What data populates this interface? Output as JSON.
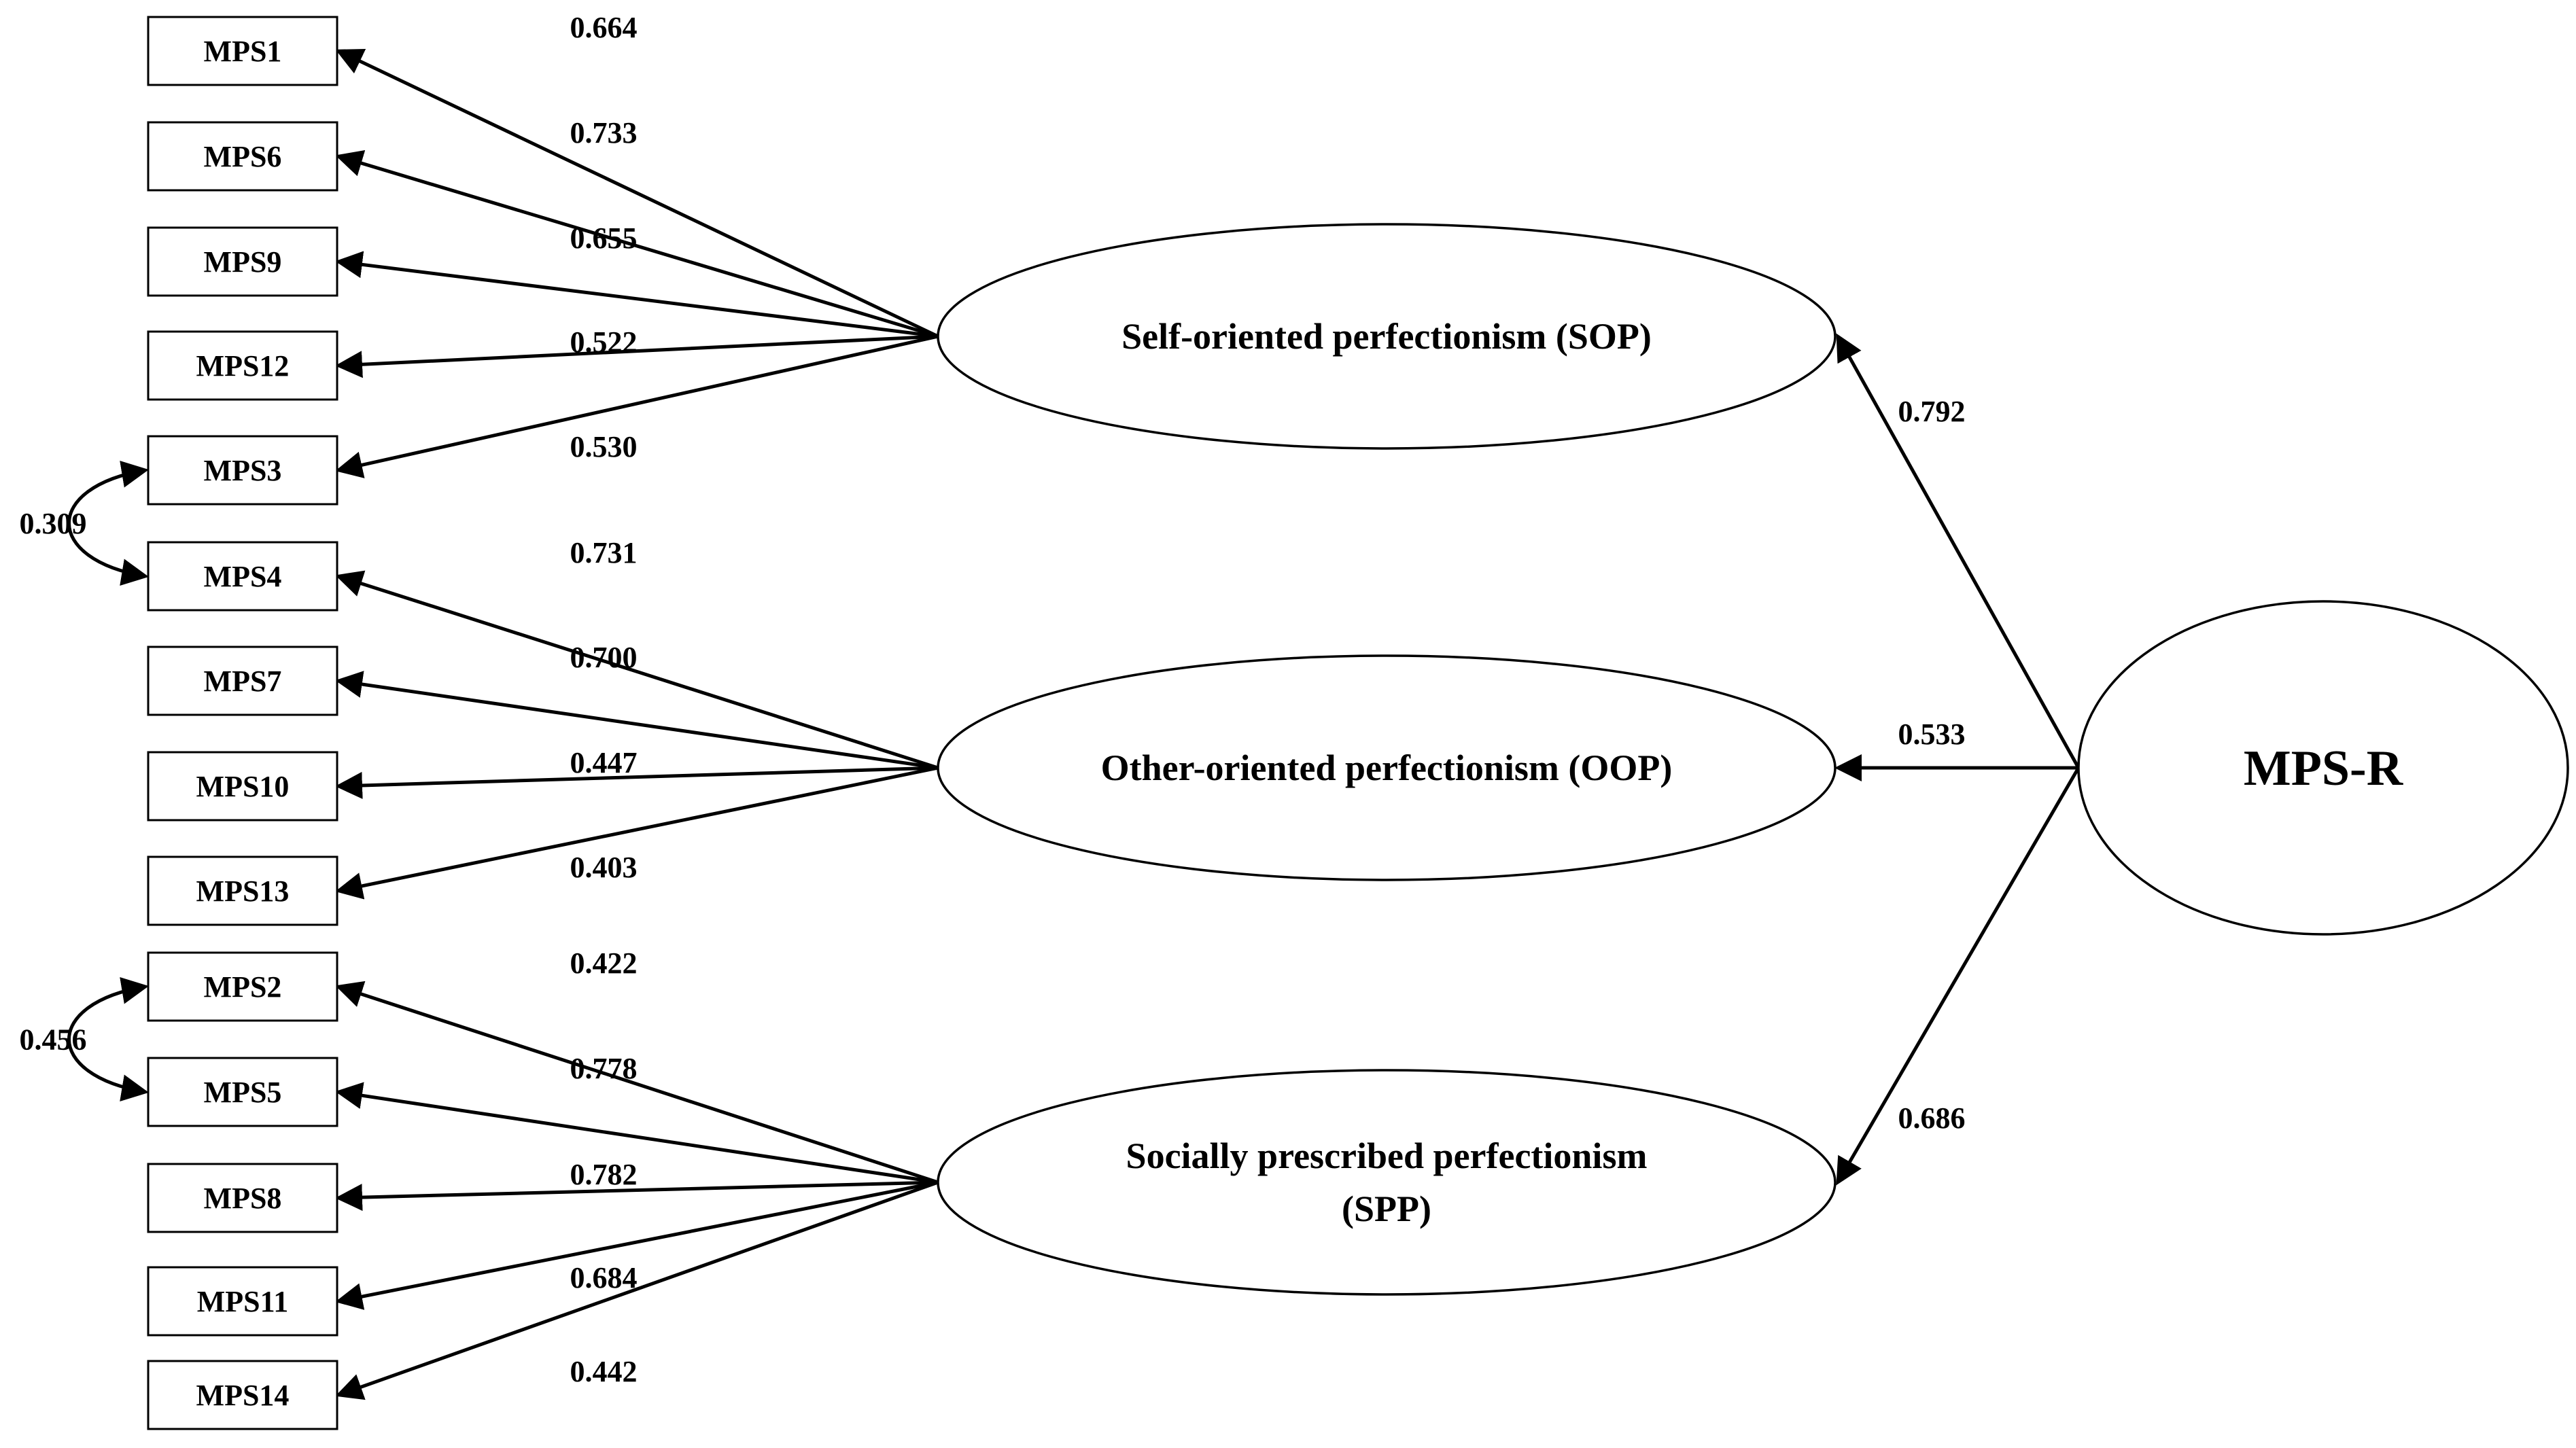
{
  "root": {
    "label": "MPS-R"
  },
  "factors": [
    {
      "id": "sop",
      "label_lines": [
        "Self-oriented perfectionism (SOP)"
      ],
      "loading": "0.792",
      "items": [
        {
          "label": "MPS1",
          "loading": "0.664"
        },
        {
          "label": "MPS6",
          "loading": "0.733"
        },
        {
          "label": "MPS9",
          "loading": "0.655"
        },
        {
          "label": "MPS12",
          "loading": "0.522"
        },
        {
          "label": "MPS3",
          "loading": "0.530"
        }
      ]
    },
    {
      "id": "oop",
      "label_lines": [
        "Other-oriented perfectionism (OOP)"
      ],
      "loading": "0.533",
      "items": [
        {
          "label": "MPS4",
          "loading": "0.731"
        },
        {
          "label": "MPS7",
          "loading": "0.700"
        },
        {
          "label": "MPS10",
          "loading": "0.447"
        },
        {
          "label": "MPS13",
          "loading": "0.403"
        }
      ]
    },
    {
      "id": "spp",
      "label_lines": [
        "Socially prescribed perfectionism",
        "(SPP)"
      ],
      "loading": "0.686",
      "items": [
        {
          "label": "MPS2",
          "loading": "0.422"
        },
        {
          "label": "MPS5",
          "loading": "0.778"
        },
        {
          "label": "MPS8",
          "loading": "0.782"
        },
        {
          "label": "MPS11",
          "loading": "0.684"
        },
        {
          "label": "MPS14",
          "loading": "0.442"
        }
      ]
    }
  ],
  "correlations": [
    {
      "from": "MPS3",
      "to": "MPS4",
      "value": "0.309"
    },
    {
      "from": "MPS2",
      "to": "MPS5",
      "value": "0.456"
    }
  ]
}
